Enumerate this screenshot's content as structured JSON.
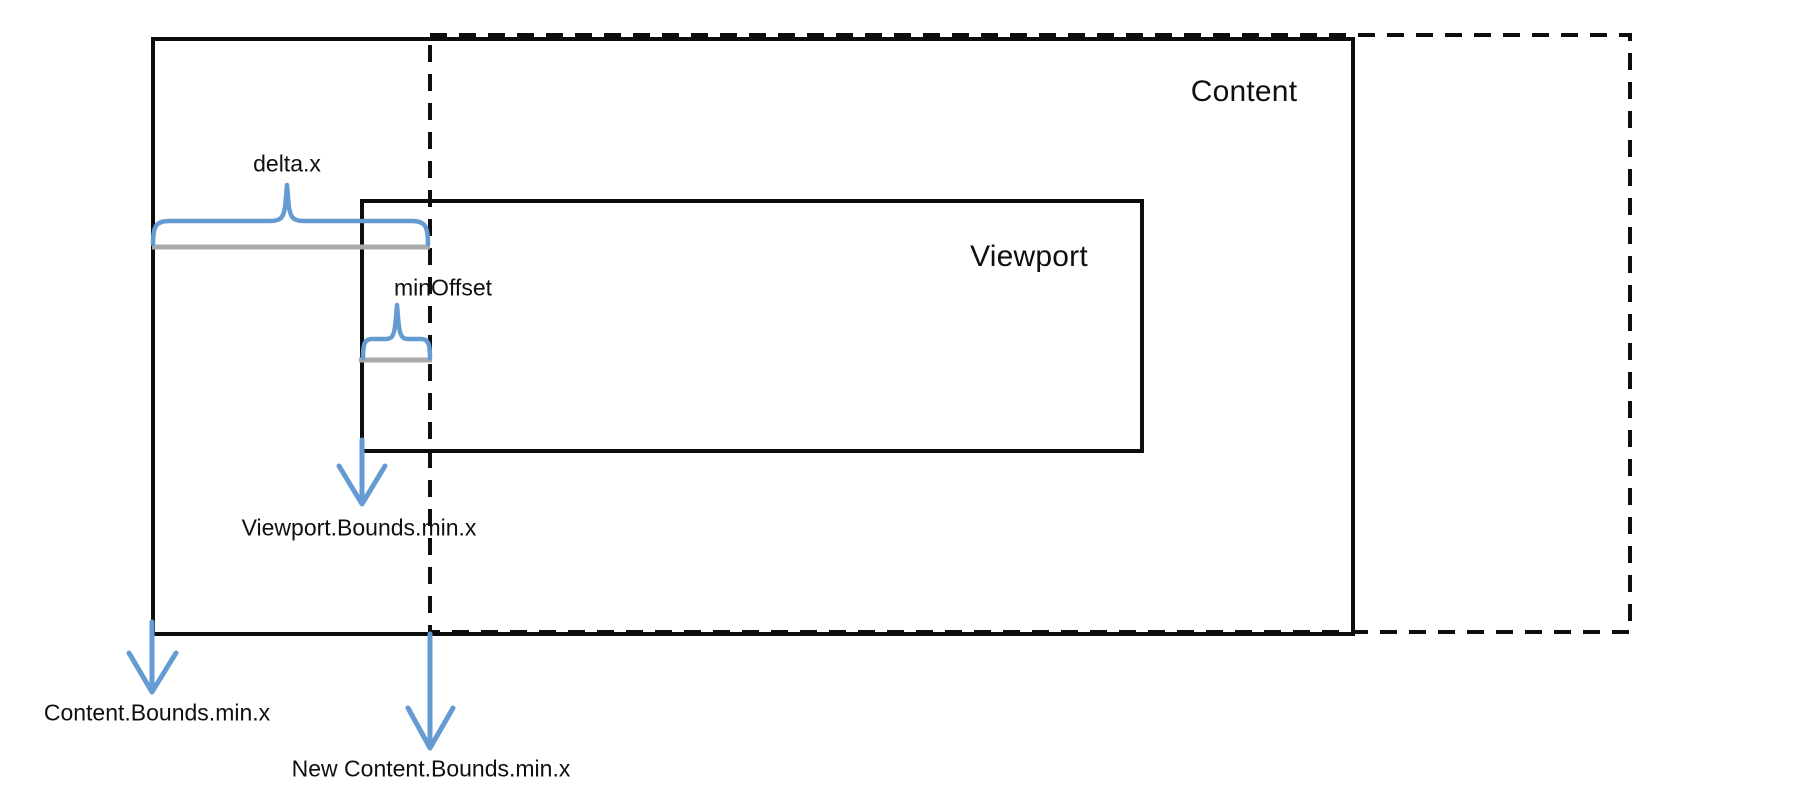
{
  "diagram": {
    "labels": {
      "content": "Content",
      "viewport": "Viewport",
      "delta_x": "delta.x",
      "min_offset": "minOffset",
      "viewport_bounds": "Viewport.Bounds.min.x",
      "content_bounds": "Content.Bounds.min.x",
      "new_content_bounds": "New Content.Bounds.min.x"
    },
    "colors": {
      "stroke_black": "#0d0d0d",
      "accent_blue": "#649BD2",
      "measure_gray": "#A9A9A9"
    }
  }
}
